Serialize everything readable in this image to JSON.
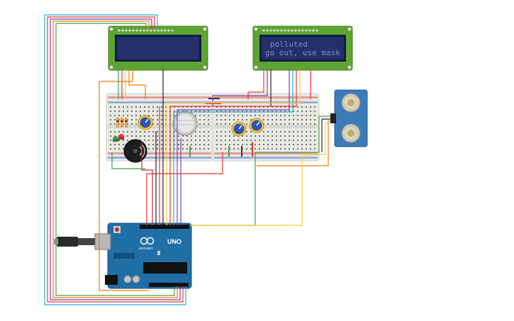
{
  "lcd_left": {
    "line1": "",
    "line2": ""
  },
  "lcd_right": {
    "line1": "polluted",
    "line2": "go out, use mask"
  },
  "arduino": {
    "brand": "ARDUINO",
    "model": "UNO"
  },
  "colors": {
    "pcb_green": "#5da531",
    "lcd_screen": "#23306a",
    "arduino_blue": "#1f6fa6",
    "breadboard": "#e9e9e4",
    "sensor_blue": "#3c7bb8"
  },
  "icons": [
    "lcd-display",
    "breadboard",
    "potentiometer",
    "gas-sensor",
    "buzzer",
    "led",
    "ultrasonic-sensor",
    "arduino-board",
    "usb-connector"
  ]
}
